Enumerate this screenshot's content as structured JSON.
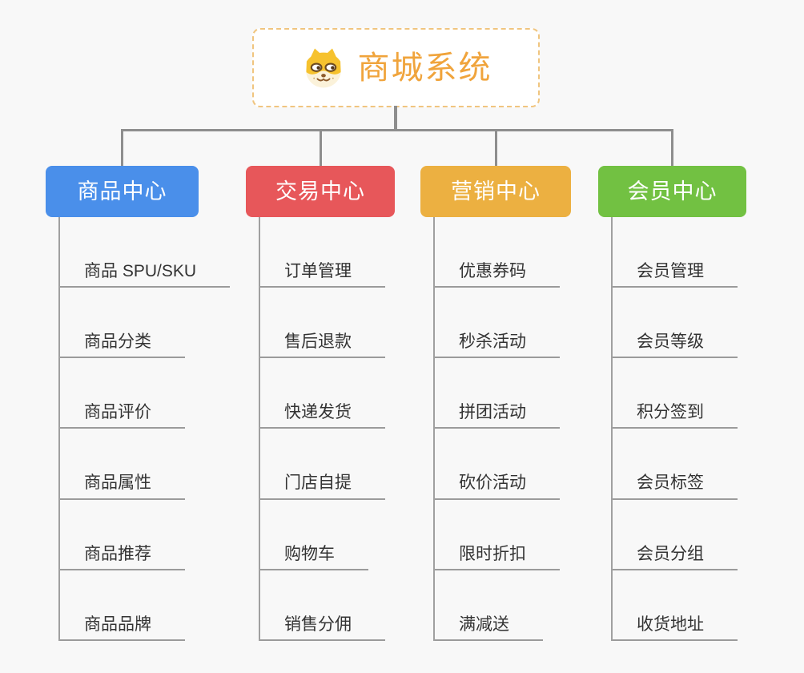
{
  "root": {
    "title": "商城系统",
    "icon": "dog-face-icon",
    "title_color": "#F0A43C",
    "border_color": "#F0C57F"
  },
  "line_color": "#8E8E8E",
  "branches": [
    {
      "label": "商品中心",
      "color": "#4A8FEA",
      "children": [
        "商品 SPU/SKU",
        "商品分类",
        "商品评价",
        "商品属性",
        "商品推荐",
        "商品品牌"
      ]
    },
    {
      "label": "交易中心",
      "color": "#E7575A",
      "children": [
        "订单管理",
        "售后退款",
        "快递发货",
        "门店自提",
        "购物车",
        "销售分佣"
      ]
    },
    {
      "label": "营销中心",
      "color": "#ECB041",
      "children": [
        "优惠券码",
        "秒杀活动",
        "拼团活动",
        "砍价活动",
        "限时折扣",
        "满减送"
      ]
    },
    {
      "label": "会员中心",
      "color": "#72C142",
      "children": [
        "会员管理",
        "会员等级",
        "积分签到",
        "会员标签",
        "会员分组",
        "收货地址"
      ]
    }
  ]
}
